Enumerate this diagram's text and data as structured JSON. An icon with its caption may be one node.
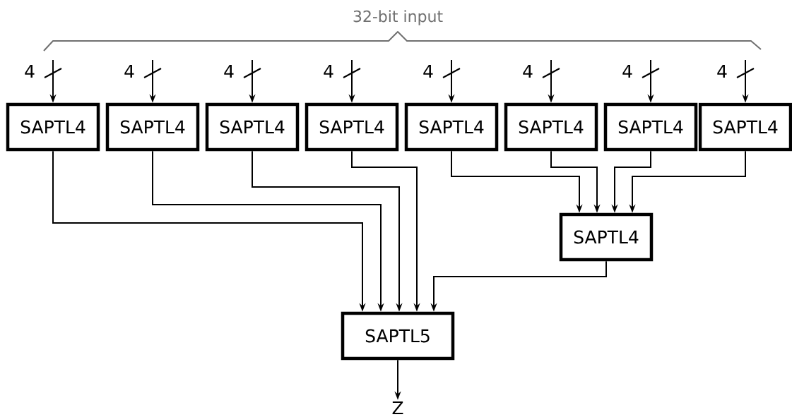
{
  "diagram": {
    "nodes": [
      {
        "text": [
          "SAPTL4"
        ]
      },
      {
        "text": [
          "SAPTL4"
        ]
      },
      {
        "text": [
          "SAPTL4"
        ]
      },
      {
        "text": [
          "SAPTL4"
        ]
      },
      {
        "text": [
          "SAPTL4"
        ]
      },
      {
        "text": [
          "SAPTL4"
        ]
      },
      {
        "text": [
          "SAPTL4"
        ]
      },
      {
        "text": [
          "SAPTL4"
        ]
      },
      {
        "text": [
          "SAPTL4"
        ]
      },
      {
        "text": [
          "SAPTL5"
        ]
      },
      {
        "text": [
          "Z"
        ]
      }
    ],
    "edges": [
      {
        "from": null,
        "to": 0,
        "arrow": "to",
        "label": "4"
      },
      {
        "from": null,
        "to": 1,
        "arrow": "to",
        "label": "4"
      },
      {
        "from": null,
        "to": 2,
        "arrow": "to",
        "label": "4"
      },
      {
        "from": null,
        "to": 3,
        "arrow": "to",
        "label": "4"
      },
      {
        "from": null,
        "to": 4,
        "arrow": "to",
        "label": "4"
      },
      {
        "from": null,
        "to": 5,
        "arrow": "to",
        "label": "4"
      },
      {
        "from": null,
        "to": 6,
        "arrow": "to",
        "label": "4"
      },
      {
        "from": null,
        "to": 7,
        "arrow": "to",
        "label": "4"
      },
      {
        "from": 0,
        "to": 9,
        "arrow": "to"
      },
      {
        "from": 1,
        "to": 9,
        "arrow": "to"
      },
      {
        "from": 2,
        "to": 9,
        "arrow": "to"
      },
      {
        "from": 3,
        "to": 9,
        "arrow": "to"
      },
      {
        "from": 4,
        "to": 8,
        "arrow": "to"
      },
      {
        "from": 5,
        "to": 8,
        "arrow": "to"
      },
      {
        "from": 6,
        "to": 8,
        "arrow": "to"
      },
      {
        "from": 7,
        "to": 8,
        "arrow": "to"
      },
      {
        "from": 8,
        "to": 9,
        "arrow": "to"
      },
      {
        "from": 9,
        "to": 10,
        "arrow": "to"
      }
    ],
    "labels": [
      "32-bit input"
    ]
  }
}
